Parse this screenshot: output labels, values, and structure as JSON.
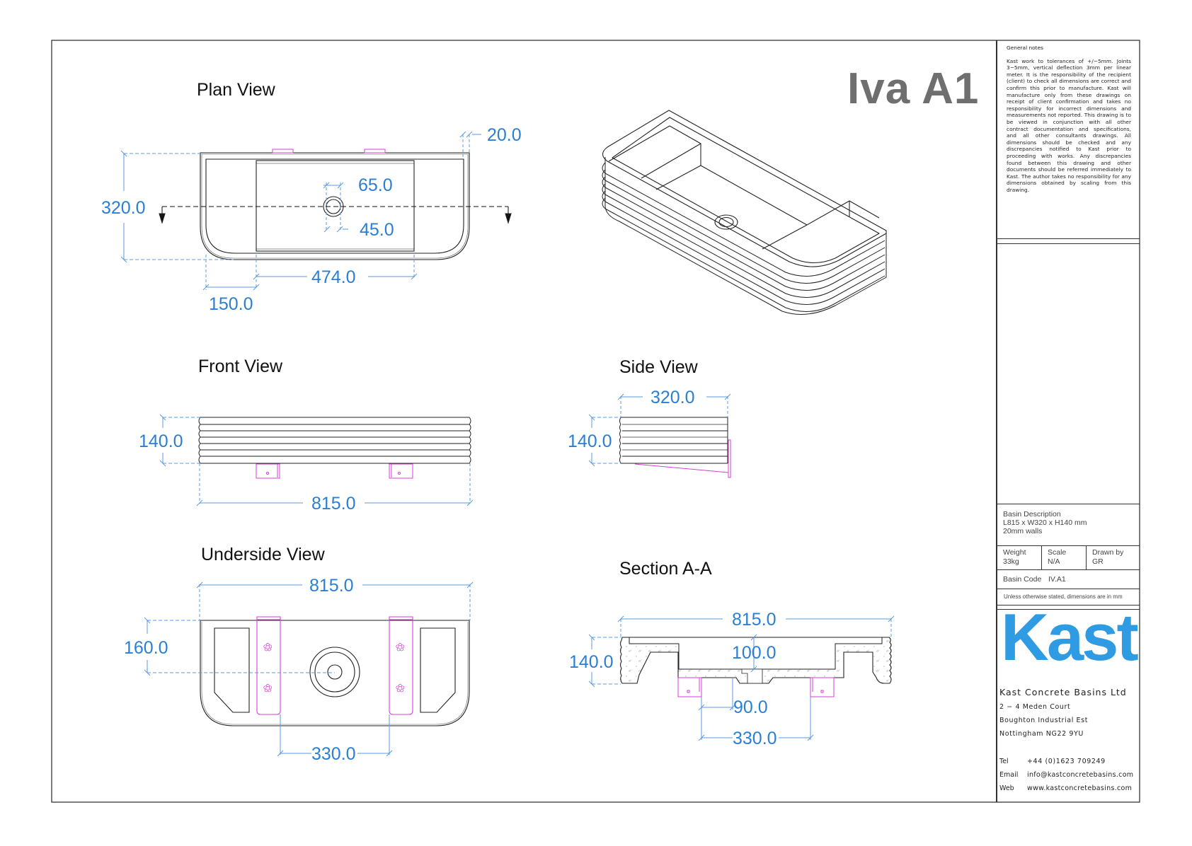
{
  "drawing": {
    "title": "Iva A1",
    "colors": {
      "dimension": "#2a7fd4",
      "bracket": "#d63fd6",
      "outline": "#222222",
      "title_grey": "#6f6f6f",
      "brand_blue": "#2f9be3"
    },
    "views": {
      "plan": {
        "title": "Plan View",
        "dims": {
          "width": "320.0",
          "wall": "20.0",
          "waste_outer": "65.0",
          "waste_inner": "45.0",
          "bowl_length": "474.0",
          "side_shelf": "150.0"
        }
      },
      "isometric": {
        "title": ""
      },
      "front": {
        "title": "Front View",
        "dims": {
          "height": "140.0",
          "length": "815.0"
        }
      },
      "side": {
        "title": "Side View",
        "dims": {
          "width": "320.0",
          "height": "140.0"
        }
      },
      "underside": {
        "title": "Underside View",
        "dims": {
          "length": "815.0",
          "waste_offset": "160.0",
          "bracket_spacing": "330.0"
        }
      },
      "section": {
        "title": "Section A-A",
        "dims": {
          "length": "815.0",
          "height": "140.0",
          "bowl_depth": "100.0",
          "waste_offset": "90.0",
          "bracket_spacing": "330.0"
        }
      }
    }
  },
  "title_block": {
    "notes_heading": "General notes",
    "notes_body": "Kast work to tolerances of +/−5mm. Joints 3−5mm, vertical deflection 3mm per linear meter. It is the responsibility of the recipient (client) to check all dimensions are correct and confirm this prior to manufacture. Kast will manufacture only from these drawings on receipt of client confirmation and takes no responsibility for incorrect dimensions and measurements not reported. This drawing is to be viewed in conjunction with all other contract documentation and specifications, and all other consultants drawings. All dimensions should be checked and any discrepancies notified to Kast prior to proceeding with works. Any discrepancies found between this drawing and other documents should be referred immediately to Kast. The author takes no responsibility for any dimensions obtained by scaling from this drawing.",
    "description_label": "Basin Description",
    "description_line1": "L815 x W320 x H140 mm",
    "description_line2": "20mm walls",
    "weight_label": "Weight",
    "weight_value": "33kg",
    "scale_label": "Scale",
    "scale_value": "N/A",
    "drawn_label": "Drawn by",
    "drawn_value": "GR",
    "code_label": "Basin Code",
    "code_value": "IV.A1",
    "units_note": "Unless otherwise stated, dimensions are in mm",
    "logo_text": "Kast",
    "company": "Kast Concrete Basins Ltd",
    "address1": "2 − 4 Meden Court",
    "address2": "Boughton Industrial Est",
    "address3": "Nottingham  NG22  9YU",
    "tel_label": "Tel",
    "tel_value": "+44 (0)1623 709249",
    "email_label": "Email",
    "email_value": "info@kastconcretebasins.com",
    "web_label": "Web",
    "web_value": "www.kastconcretebasins.com"
  }
}
